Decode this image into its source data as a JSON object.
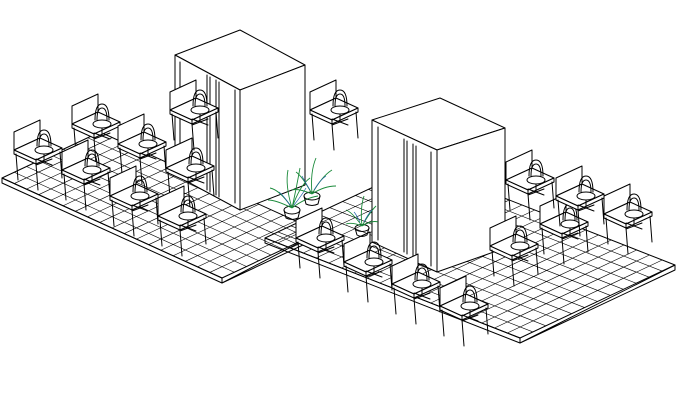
{
  "drawing": {
    "style": "isometric line drawing",
    "line_color": "#000000",
    "background_color": "#ffffff",
    "plant_leaf_color": "#1a8a3a",
    "plant_accent_color": "#1f5fa8"
  },
  "zones": [
    {
      "id": "left-zone",
      "cabinets": 1,
      "desks": 8,
      "chairs": 8
    },
    {
      "id": "right-zone",
      "cabinets": 1,
      "desks": 9,
      "chairs": 9
    }
  ],
  "plants": 3
}
